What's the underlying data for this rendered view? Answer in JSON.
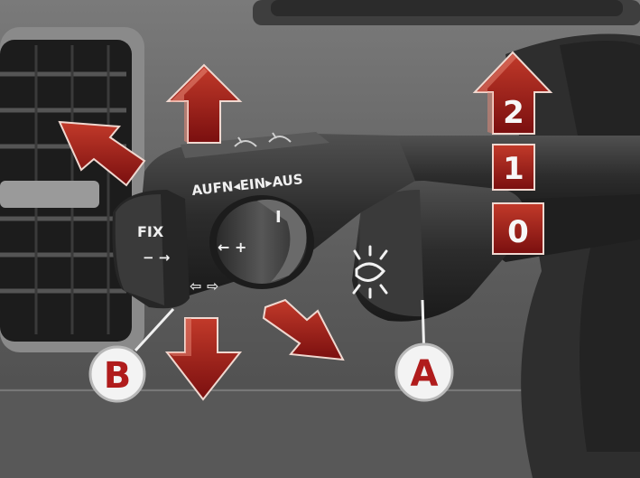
{
  "stalk": {
    "mode_text": "AUFN◂EIN▸AUS",
    "fix_text": "FIX",
    "minus_arrow_text": "− →",
    "knob_arrow_text": "← +",
    "knob_bar_text": "I",
    "left_arrows_text": "⇦ ⇨",
    "icons": [
      "lights-icon",
      "wiper-icon"
    ]
  },
  "positions": {
    "pos_2": "2",
    "pos_1": "1",
    "pos_0": "0"
  },
  "callouts": {
    "a": "A",
    "b": "B"
  },
  "colors": {
    "arrow": "#9a1a1a",
    "arrow_light": "#d96a5a",
    "dash": "#5e5e5e",
    "stalk": "#2a2a2a",
    "callout_bg": "#f3f3f3"
  }
}
